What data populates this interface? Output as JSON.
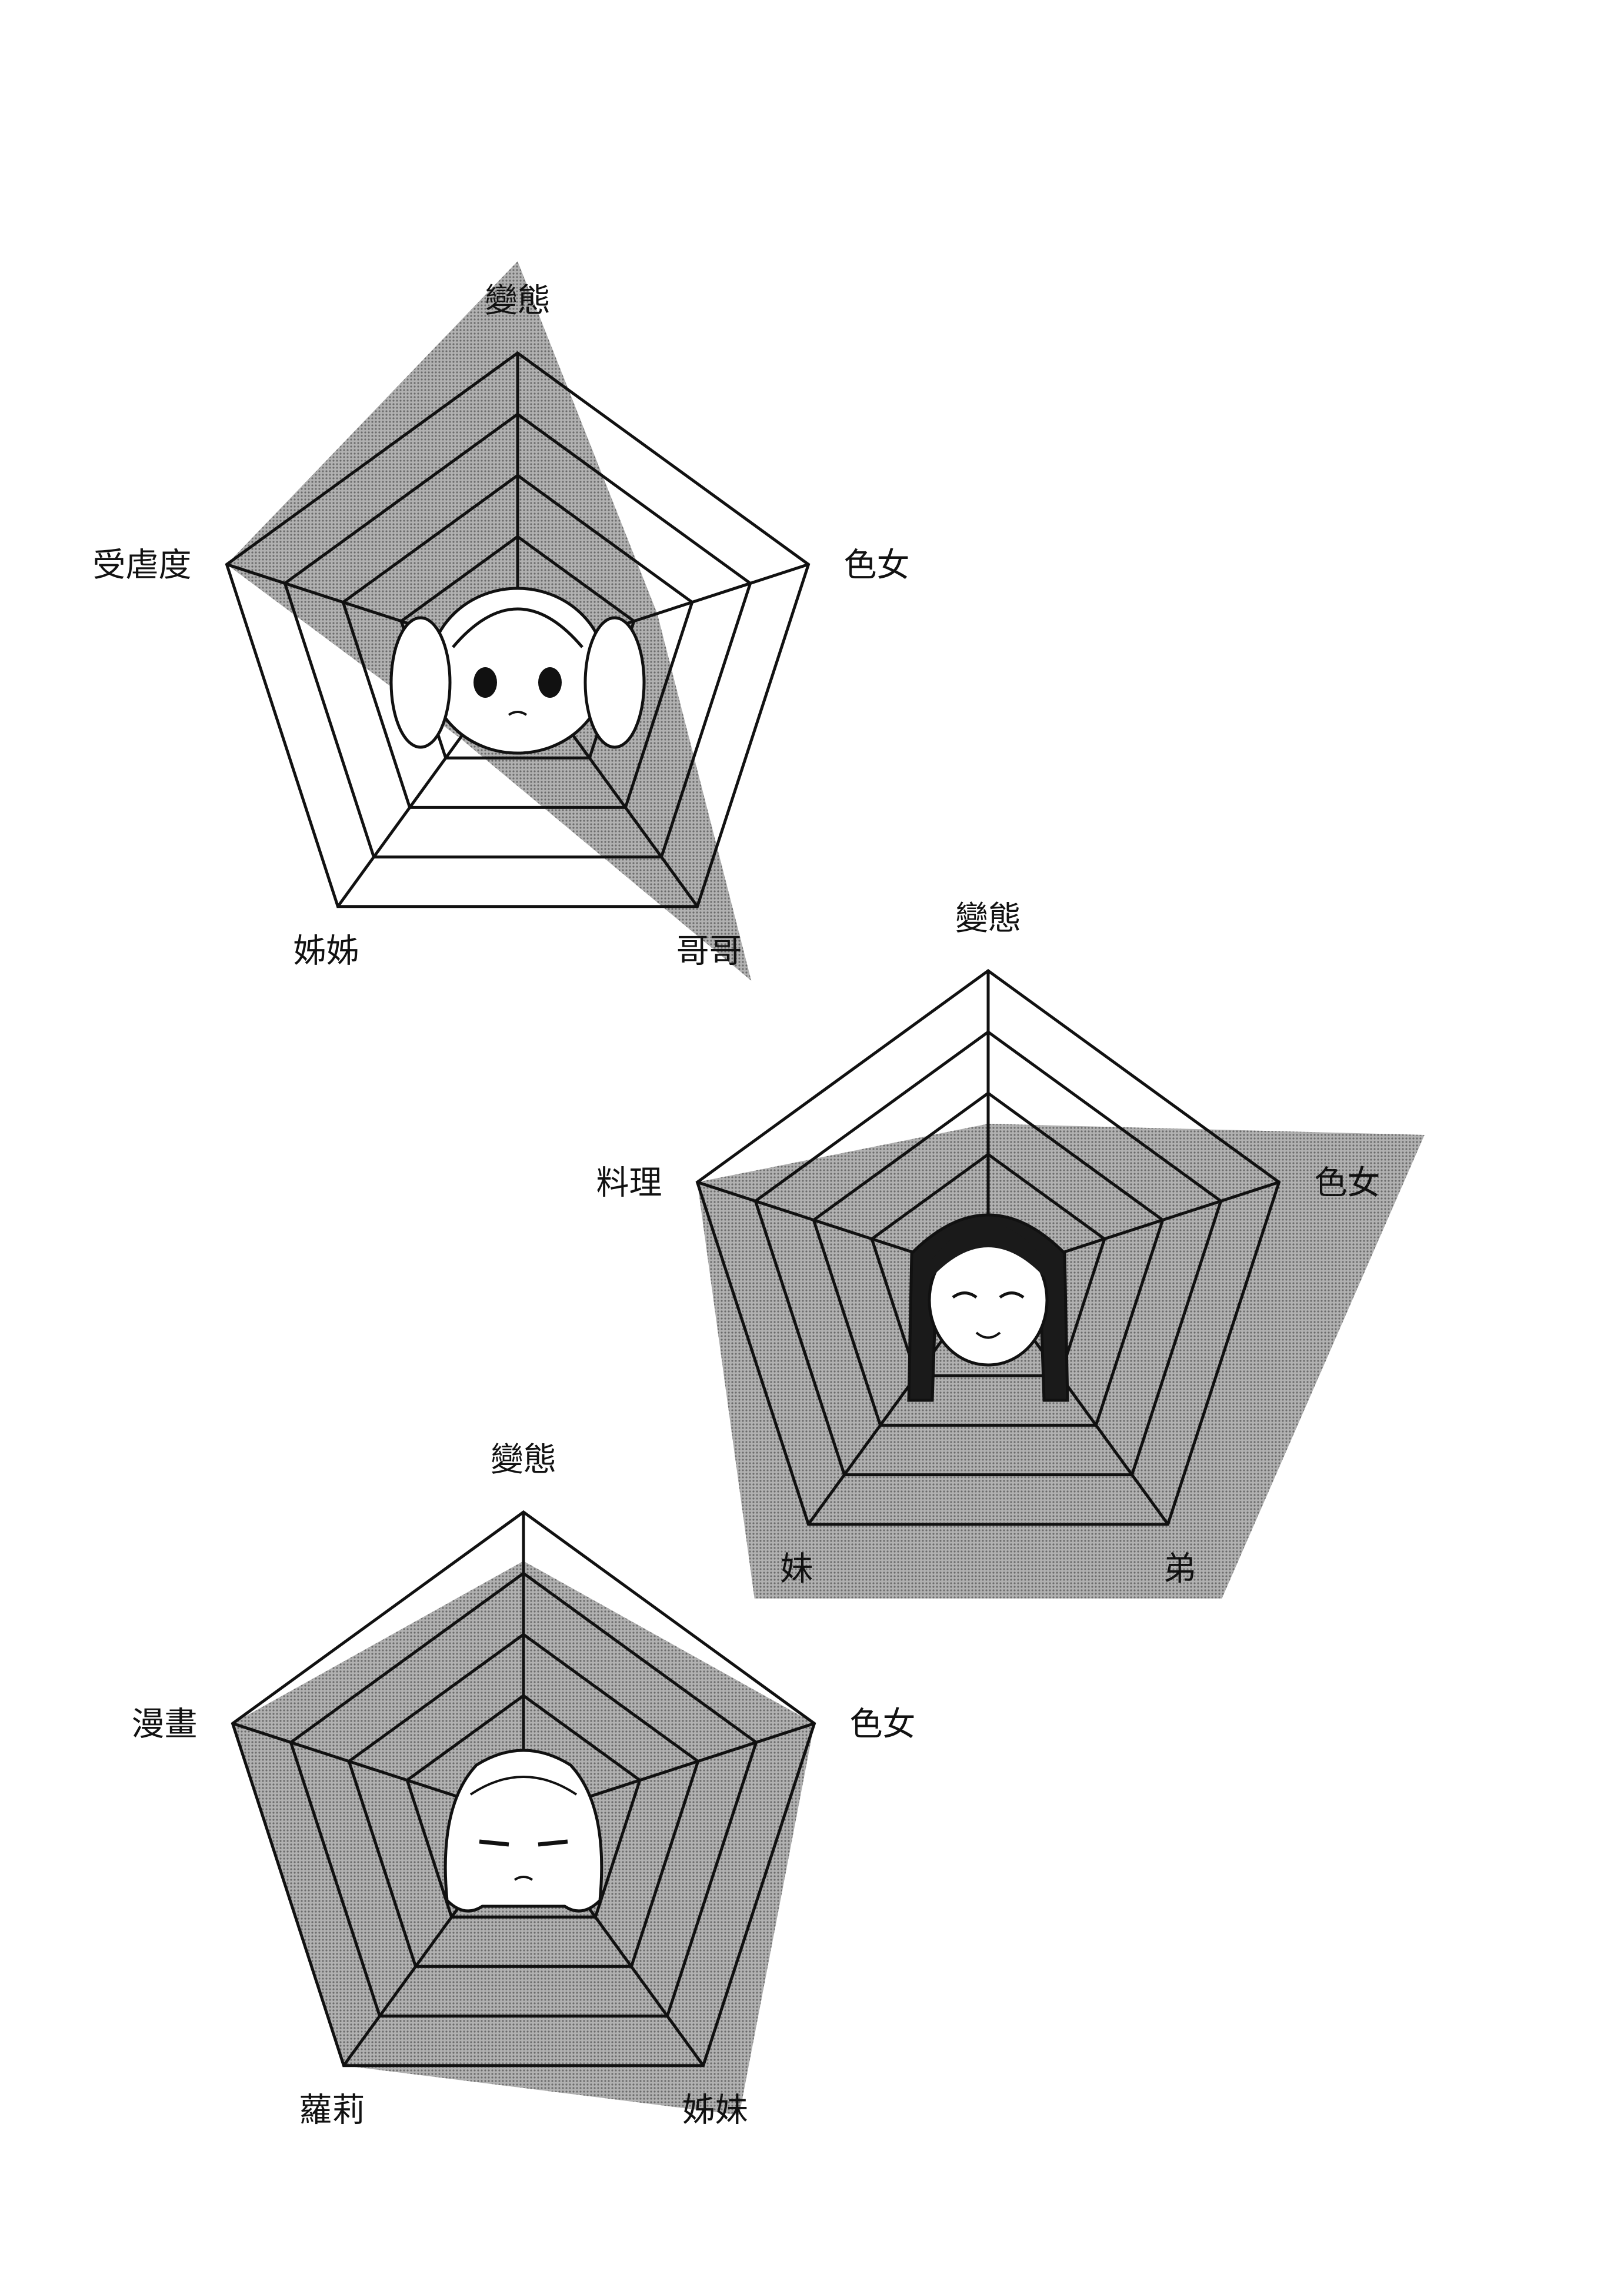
{
  "colors": {
    "background": "#ffffff",
    "ink": "#111111",
    "shade_fill": "#9a9a9a",
    "face_fill": "#ffffff"
  },
  "chart_data": [
    {
      "type": "radar",
      "axes": [
        "變態",
        "色女",
        "哥哥",
        "姊姊",
        "受虐度"
      ],
      "rings": 5,
      "max": 5,
      "values": [
        6.5,
        2.4,
        6.5,
        1.6,
        5.0
      ],
      "icon": "twin-tail-girl-face-icon"
    },
    {
      "type": "radar",
      "axes": [
        "變態",
        "色女",
        "弟",
        "妹",
        "料理"
      ],
      "rings": 5,
      "max": 5,
      "values": [
        2.5,
        7.5,
        6.5,
        6.5,
        5.0
      ],
      "icon": "long-hair-girl-face-icon"
    },
    {
      "type": "radar",
      "axes": [
        "變態",
        "色女",
        "姊妹",
        "蘿莉",
        "漫畫"
      ],
      "rings": 5,
      "max": 5,
      "values": [
        4.2,
        5.0,
        6.0,
        5.0,
        5.0
      ],
      "icon": "bob-hair-girl-face-icon"
    }
  ]
}
